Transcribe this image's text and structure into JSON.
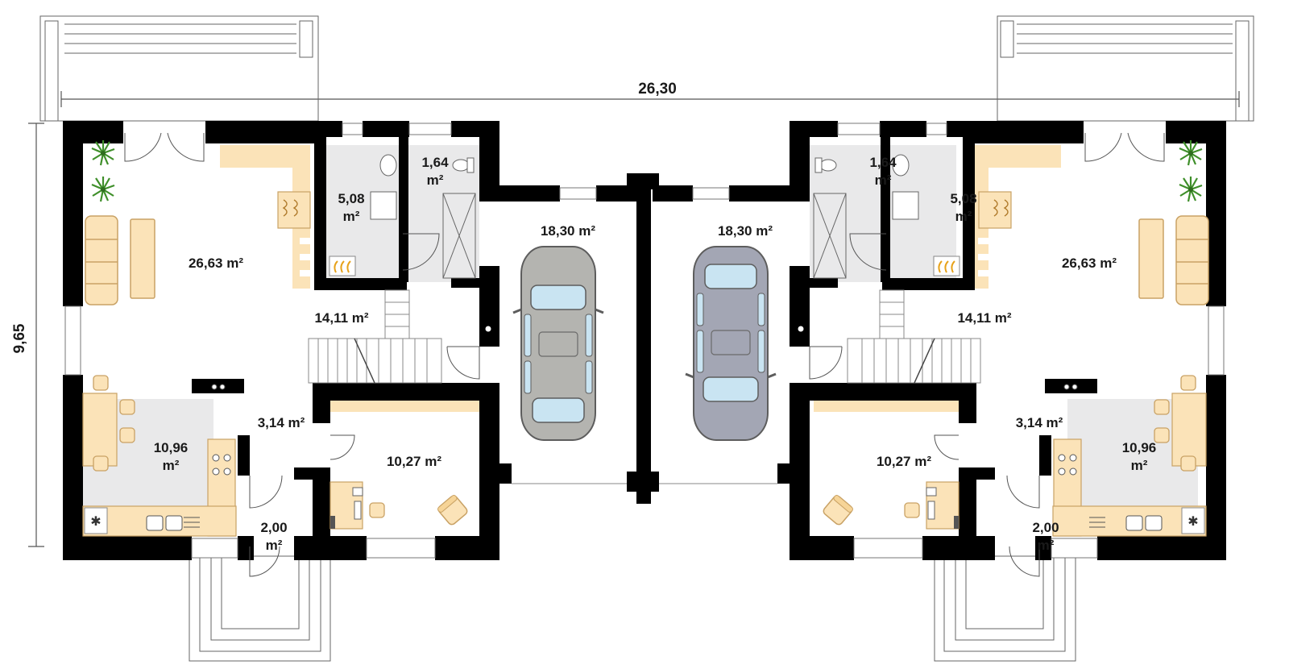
{
  "dimensions": {
    "width": "26,30",
    "height": "9,65"
  },
  "units": {
    "left": {
      "living": {
        "area": "26,63 m²"
      },
      "bathroom": {
        "line1": "5,08",
        "line2": "m²"
      },
      "wc": {
        "line1": "1,64",
        "line2": "m²"
      },
      "hall": {
        "area": "14,11 m²"
      },
      "garage": {
        "area": "18,30 m²"
      },
      "vestibule": {
        "area": "3,14 m²"
      },
      "kitchen": {
        "line1": "10,96",
        "line2": "m²"
      },
      "room": {
        "area": "10,27 m²"
      },
      "entry": {
        "line1": "2,00",
        "line2": "m²"
      }
    },
    "right": {
      "living": {
        "area": "26,63 m²"
      },
      "bathroom": {
        "line1": "5,08",
        "line2": "m²"
      },
      "wc": {
        "line1": "1,64",
        "line2": "m²"
      },
      "hall": {
        "area": "14,11 m²"
      },
      "garage": {
        "area": "18,30 m²"
      },
      "vestibule": {
        "area": "3,14 m²"
      },
      "kitchen": {
        "line1": "10,96",
        "line2": "m²"
      },
      "room": {
        "area": "10,27 m²"
      },
      "entry": {
        "line1": "2,00",
        "line2": "m²"
      }
    }
  },
  "colors": {
    "wall": "#000000",
    "floor_gray": "#e9e9ea",
    "furniture": "#fbe3b8",
    "furniture_stroke": "#c9a265",
    "car_left": "#b4b4b0",
    "car_right": "#a3a6b4",
    "glass": "#c9e4f2",
    "plant": "#3f8f2a"
  },
  "icons": [
    "plant-icon",
    "sofa-icon",
    "fireplace-icon",
    "car-icon",
    "stove-icon",
    "sink-icon",
    "fridge-icon",
    "armchair-icon",
    "desk-icon",
    "toilet-icon",
    "washbasin-icon",
    "heater-icon",
    "door-swing-icon"
  ]
}
